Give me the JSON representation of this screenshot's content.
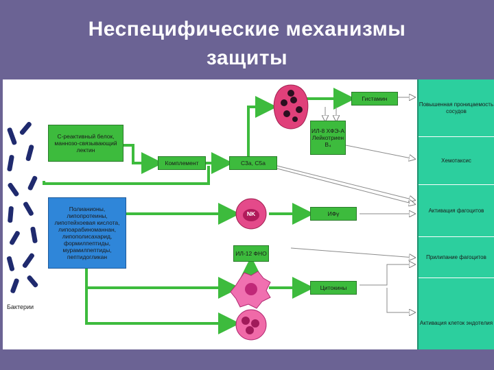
{
  "title": {
    "line1": "Неспецифические механизмы",
    "line2": "защиты"
  },
  "boxes": {
    "crp": "С-реактивный белок, маннозо-связывающий лектин",
    "complement": "Комплемент",
    "c3a_c5a": "С3а, С5а",
    "histamine": "Гистамин",
    "il8": "ИЛ-8 ХФЭ-А Лейкотриен B₄",
    "ligands": "Полианионы, липопротеины, липотейхоевая кислота, липоарабиноманнан, липополисахарид, формилпептиды, мурамилпептиды, пептидогликан",
    "nk": "NK",
    "ifn": "ИФγ",
    "il12": "ИЛ-12 ФНО",
    "cytokines": "Цитокины"
  },
  "outcomes": [
    "Повышенная проницаемость сосудов",
    "Хемотаксис",
    "Активация фагоцитов",
    "Прилипание фагоцитов",
    "Активация клеток эндотелия"
  ],
  "bacteria_label": "Бактерии",
  "colors": {
    "green": "#3dbb3d",
    "blue": "#2f86d9",
    "teal": "#2ccf9e",
    "bacteria": "#1f2a6e",
    "mast_cell": "#e0407a",
    "background": "#6b6394"
  }
}
